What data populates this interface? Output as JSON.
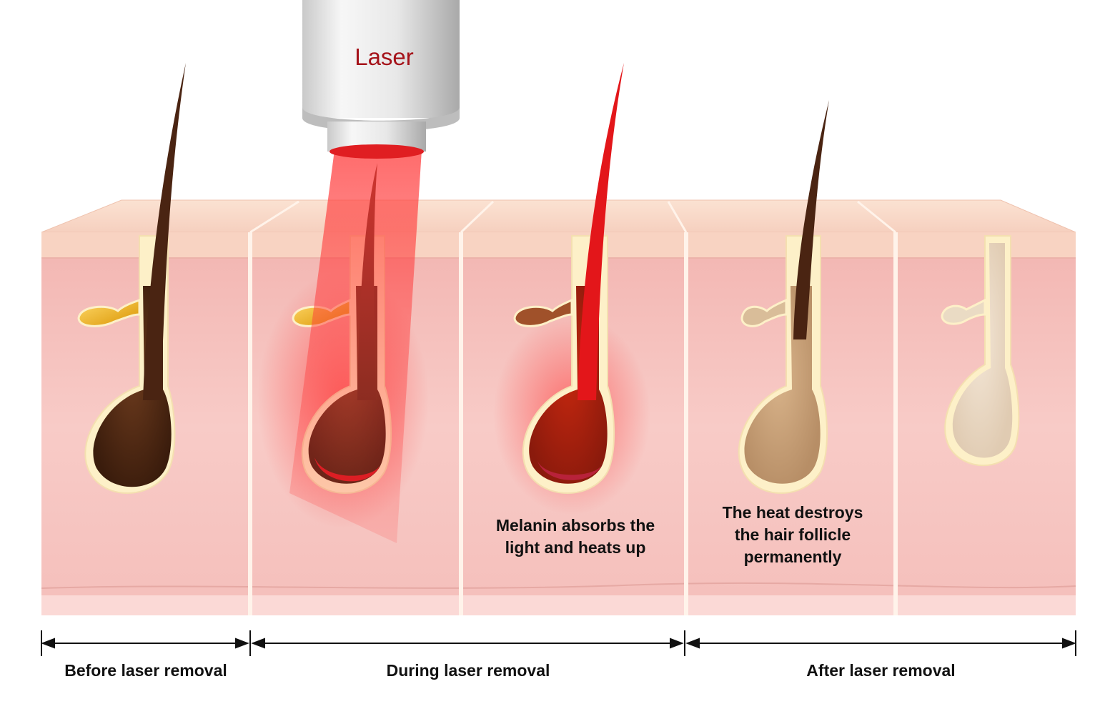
{
  "device": {
    "label": "Laser"
  },
  "annotations": {
    "melanin": [
      "Melanin absorbs the",
      "light and heats up"
    ],
    "heat": [
      "The heat destroys",
      "the hair follicle",
      "permanently"
    ]
  },
  "stages": [
    {
      "label": "Before laser removal"
    },
    {
      "label": "During laser removal"
    },
    {
      "label": "After laser removal"
    }
  ],
  "colors": {
    "skin_surface": "#f7d5c5",
    "dermis": "#f6c3bf",
    "hair_dark": "#4a2412",
    "hair_heated": "#e3161a",
    "laser_beam": "#ff2a2a",
    "sebaceous_gland": "#f2b116",
    "follicle_damaged": "#c9a27c",
    "follicle_destroyed": "#ecdcc6",
    "laser_text": "#a5131a"
  }
}
